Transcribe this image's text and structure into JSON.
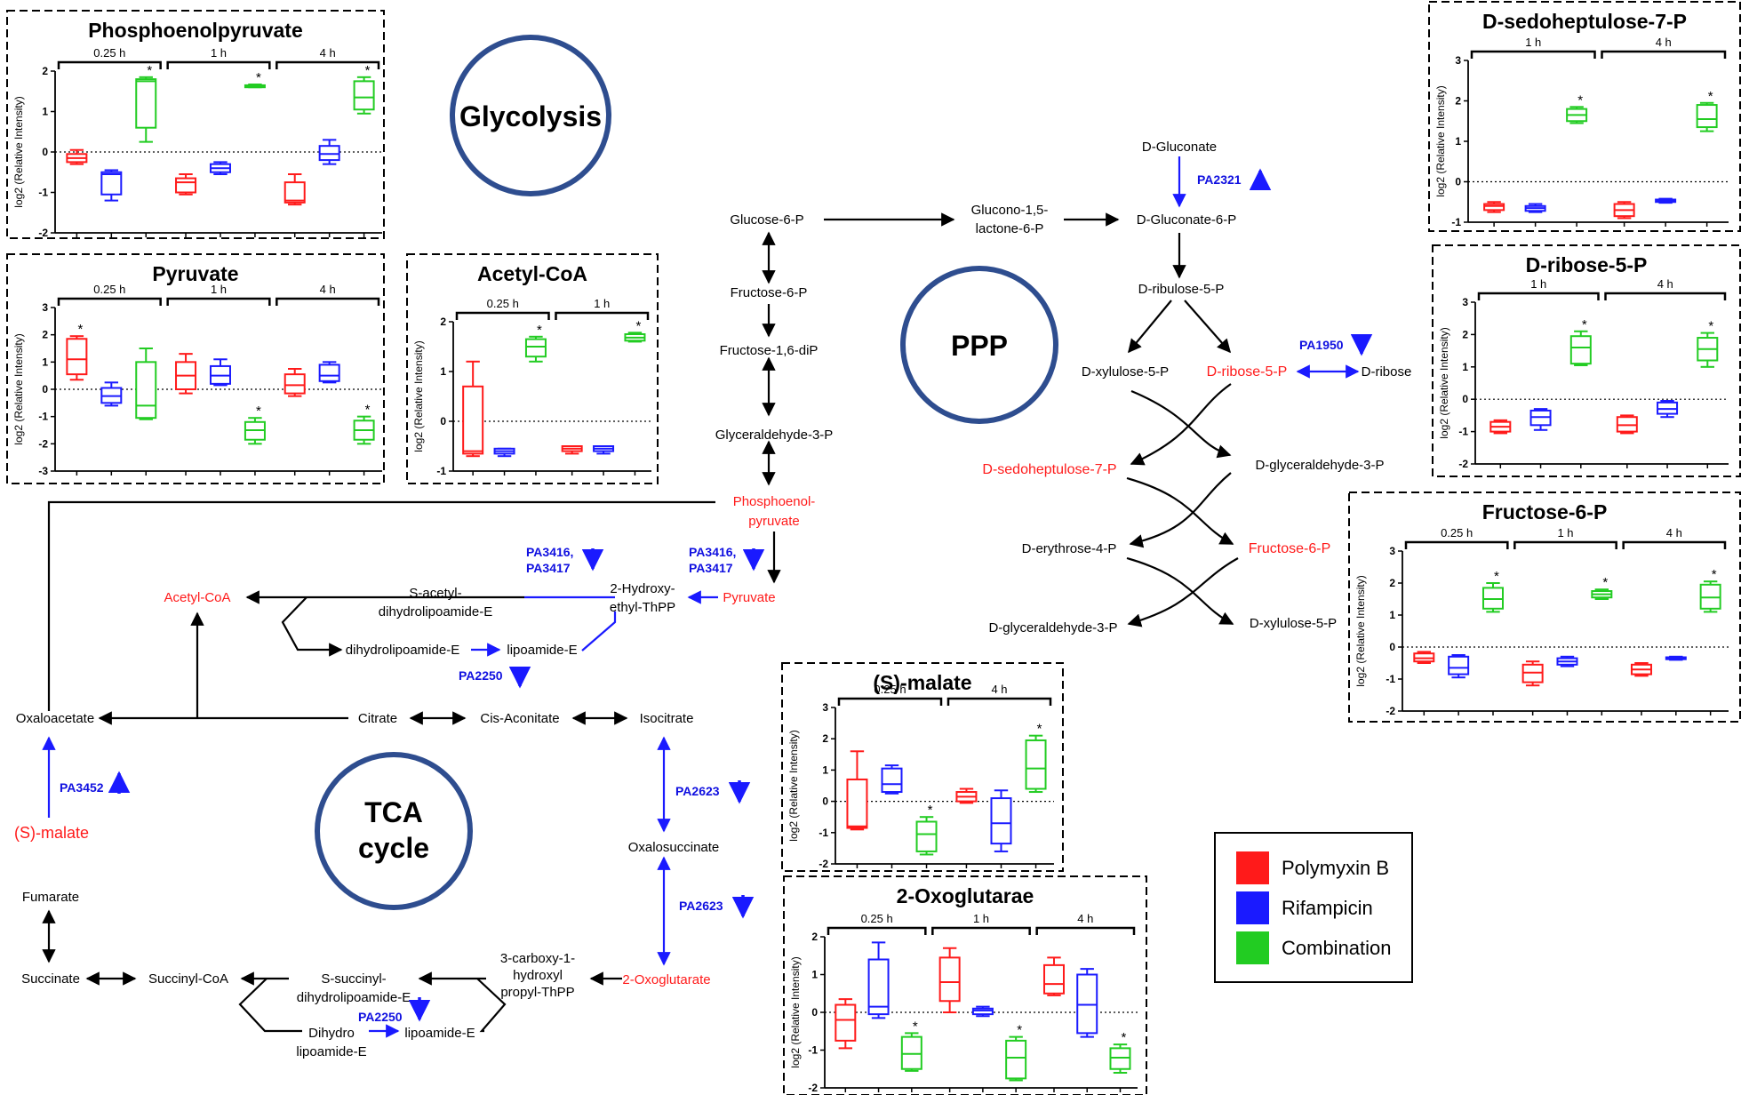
{
  "colors": {
    "polymyxin": "#ff1a1a",
    "rifampicin": "#1a1aff",
    "combination": "#22cc22",
    "enzyme": "#1010e0",
    "highlight": "#ff1a1a",
    "circle": "#2e4d8f"
  },
  "circles": {
    "glycolysis": "Glycolysis",
    "ppp": "PPP",
    "tca_line1": "TCA",
    "tca_line2": "cycle"
  },
  "legend": [
    {
      "label": "Polymyxin B",
      "color": "#ff1a1a"
    },
    {
      "label": "Rifampicin",
      "color": "#1a1aff"
    },
    {
      "label": "Combination",
      "color": "#22cc22"
    }
  ],
  "metabolites": {
    "glucose6p": "Glucose-6-P",
    "fructose6p": "Fructose-6-P",
    "fructose16dip": "Fructose-1,6-diP",
    "glyceraldehyde3p": "Glyceraldehyde-3-P",
    "pep_line1": "Phosphoenol-",
    "pep_line2": "pyruvate",
    "pyruvate": "Pyruvate",
    "hydroxyethyl_line1": "2-Hydroxy-",
    "hydroxyethyl_line2": "ethyl-ThPP",
    "sacetyl_line1": "S-acetyl-",
    "sacetyl_line2": "dihydrolipoamide-E",
    "dihydrolipoamide": "dihydrolipoamide-E",
    "lipoamide": "lipoamide-E",
    "acetylcoa": "Acetyl-CoA",
    "oxaloacetate": "Oxaloacetate",
    "citrate": "Citrate",
    "cisaconitate": "Cis-Aconitate",
    "isocitrate": "Isocitrate",
    "oxalosuccinate": "Oxalosuccinate",
    "oxoglutarate": "2-Oxoglutarate",
    "carboxy_line1": "3-carboxy-1-",
    "carboxy_line2": "hydroxyl",
    "carboxy_line3": "propyl-ThPP",
    "ssuccinyl_line1": "S-succinyl-",
    "ssuccinyl_line2": "dihydrolipoamide-E",
    "dihydro_line1": "Dihydro",
    "dihydro_line2": "lipoamide-E",
    "lipoamide2": "lipoamide-E",
    "succinylcoa": "Succinyl-CoA",
    "succinate": "Succinate",
    "fumarate": "Fumarate",
    "smalate": "(S)-malate",
    "gluconolactone_line1": "Glucono-1,5-",
    "gluconolactone_line2": "lactone-6-P",
    "gluconate6p": "D-Gluconate-6-P",
    "gluconate": "D-Gluconate",
    "ribulose5p": "D-ribulose-5-P",
    "xylulose5p": "D-xylulose-5-P",
    "ribose5p": "D-ribose-5-P",
    "ribose": "D-ribose",
    "sedoheptulose7p": "D-sedoheptulose-7-P",
    "dglyceraldehyde3p": "D-glyceraldehyde-3-P",
    "erythrose4p": "D-erythrose-4-P",
    "fructose6p_ppp": "Fructose-6-P",
    "dglyceraldehyde3p_b": "D-glyceraldehyde-3-P",
    "xylulose5p_b": "D-xylulose-5-P"
  },
  "enzymes": {
    "pa2321": "PA2321",
    "pa1950": "PA1950",
    "pa3416a_line1": "PA3416,",
    "pa3416a_line2": "PA3417",
    "pa3416b_line1": "PA3416,",
    "pa3416b_line2": "PA3417",
    "pa2250a": "PA2250",
    "pa2250b": "PA2250",
    "pa3452": "PA3452",
    "pa2623a": "PA2623",
    "pa2623b": "PA2623"
  },
  "chart_data": [
    {
      "type": "box",
      "title": "Phosphoenolpyruvate",
      "ylabel": "log2 (Relative Intensity)",
      "ylim": [
        -2,
        2
      ],
      "yticks": [
        "2",
        "1",
        "0",
        "-1",
        "-2"
      ],
      "groups": [
        "0.25 h",
        "1 h",
        "4 h"
      ],
      "series": [
        {
          "group": "0.25 h",
          "treatment": "Polymyxin B",
          "min": -0.3,
          "q1": -0.25,
          "median": -0.15,
          "q3": -0.05,
          "max": 0.05,
          "star": false
        },
        {
          "group": "0.25 h",
          "treatment": "Rifampicin",
          "min": -1.2,
          "q1": -1.05,
          "median": -0.55,
          "q3": -0.5,
          "max": -0.45,
          "star": false
        },
        {
          "group": "0.25 h",
          "treatment": "Combination",
          "min": 0.25,
          "q1": 0.6,
          "median": 1.75,
          "q3": 1.8,
          "max": 1.85,
          "star": true
        },
        {
          "group": "1 h",
          "treatment": "Polymyxin B",
          "min": -1.05,
          "q1": -1.0,
          "median": -0.75,
          "q3": -0.65,
          "max": -0.55,
          "star": false
        },
        {
          "group": "1 h",
          "treatment": "Rifampicin",
          "min": -0.55,
          "q1": -0.5,
          "median": -0.4,
          "q3": -0.3,
          "max": -0.25,
          "star": false
        },
        {
          "group": "1 h",
          "treatment": "Combination",
          "min": 1.6,
          "q1": 1.6,
          "median": 1.63,
          "q3": 1.65,
          "max": 1.67,
          "star": true
        },
        {
          "group": "4 h",
          "treatment": "Polymyxin B",
          "min": -1.3,
          "q1": -1.25,
          "median": -1.2,
          "q3": -0.75,
          "max": -0.55,
          "star": false
        },
        {
          "group": "4 h",
          "treatment": "Rifampicin",
          "min": -0.3,
          "q1": -0.2,
          "median": -0.05,
          "q3": 0.15,
          "max": 0.3,
          "star": false
        },
        {
          "group": "4 h",
          "treatment": "Combination",
          "min": 0.95,
          "q1": 1.05,
          "median": 1.35,
          "q3": 1.75,
          "max": 1.85,
          "star": true
        }
      ]
    },
    {
      "type": "box",
      "title": "Pyruvate",
      "ylabel": "log2 (Relative Intensity)",
      "ylim": [
        -3,
        3
      ],
      "yticks": [
        "3",
        "2",
        "1",
        "0",
        "-1",
        "-2",
        "-3"
      ],
      "groups": [
        "0.25 h",
        "1 h",
        "4 h"
      ],
      "series": [
        {
          "group": "0.25 h",
          "treatment": "Polymyxin B",
          "min": 0.35,
          "q1": 0.55,
          "median": 1.1,
          "q3": 1.85,
          "max": 1.95,
          "star": true
        },
        {
          "group": "0.25 h",
          "treatment": "Rifampicin",
          "min": -0.6,
          "q1": -0.5,
          "median": -0.25,
          "q3": 0.05,
          "max": 0.25,
          "star": false
        },
        {
          "group": "0.25 h",
          "treatment": "Combination",
          "min": -1.1,
          "q1": -1.05,
          "median": -0.6,
          "q3": 1.0,
          "max": 1.5,
          "star": false
        },
        {
          "group": "1 h",
          "treatment": "Polymyxin B",
          "min": -0.15,
          "q1": 0.0,
          "median": 0.5,
          "q3": 1.0,
          "max": 1.3,
          "star": false
        },
        {
          "group": "1 h",
          "treatment": "Rifampicin",
          "min": 0.15,
          "q1": 0.2,
          "median": 0.5,
          "q3": 0.85,
          "max": 1.1,
          "star": false
        },
        {
          "group": "1 h",
          "treatment": "Combination",
          "min": -2.0,
          "q1": -1.85,
          "median": -1.5,
          "q3": -1.2,
          "max": -1.05,
          "star": true
        },
        {
          "group": "4 h",
          "treatment": "Polymyxin B",
          "min": -0.25,
          "q1": -0.15,
          "median": 0.15,
          "q3": 0.55,
          "max": 0.75,
          "star": false
        },
        {
          "group": "4 h",
          "treatment": "Rifampicin",
          "min": 0.25,
          "q1": 0.3,
          "median": 0.5,
          "q3": 0.9,
          "max": 1.0,
          "star": false
        },
        {
          "group": "4 h",
          "treatment": "Combination",
          "min": -2.0,
          "q1": -1.85,
          "median": -1.5,
          "q3": -1.15,
          "max": -1.0,
          "star": true
        }
      ]
    },
    {
      "type": "box",
      "title": "Acetyl-CoA",
      "ylabel": "log2 (Relative Intensity)",
      "ylim": [
        -1,
        2
      ],
      "yticks": [
        "2",
        "1",
        "0",
        "-1"
      ],
      "groups": [
        "0.25 h",
        "1 h"
      ],
      "series": [
        {
          "group": "0.25 h",
          "treatment": "Polymyxin B",
          "min": -0.7,
          "q1": -0.65,
          "median": -0.6,
          "q3": 0.7,
          "max": 1.2,
          "star": false
        },
        {
          "group": "0.25 h",
          "treatment": "Rifampicin",
          "min": -0.7,
          "q1": -0.65,
          "median": -0.6,
          "q3": -0.55,
          "max": -0.55,
          "star": false
        },
        {
          "group": "0.25 h",
          "treatment": "Combination",
          "min": 1.2,
          "q1": 1.3,
          "median": 1.5,
          "q3": 1.65,
          "max": 1.7,
          "star": true
        },
        {
          "group": "1 h",
          "treatment": "Polymyxin B",
          "min": -0.65,
          "q1": -0.6,
          "median": -0.55,
          "q3": -0.5,
          "max": -0.5,
          "star": false
        },
        {
          "group": "1 h",
          "treatment": "Rifampicin",
          "min": -0.65,
          "q1": -0.6,
          "median": -0.55,
          "q3": -0.5,
          "max": -0.5,
          "star": false
        },
        {
          "group": "1 h",
          "treatment": "Combination",
          "min": 1.6,
          "q1": 1.62,
          "median": 1.68,
          "q3": 1.75,
          "max": 1.78,
          "star": true
        }
      ]
    },
    {
      "type": "box",
      "title": "D-sedoheptulose-7-P",
      "ylabel": "log2 (Relative Intensity)",
      "ylim": [
        -1,
        3
      ],
      "yticks": [
        "3",
        "2",
        "1",
        "0",
        "-1"
      ],
      "groups": [
        "1 h",
        "4 h"
      ],
      "series": [
        {
          "group": "1 h",
          "treatment": "Polymyxin B",
          "min": -0.75,
          "q1": -0.7,
          "median": -0.6,
          "q3": -0.55,
          "max": -0.5,
          "star": false
        },
        {
          "group": "1 h",
          "treatment": "Rifampicin",
          "min": -0.75,
          "q1": -0.72,
          "median": -0.65,
          "q3": -0.6,
          "max": -0.55,
          "star": false
        },
        {
          "group": "1 h",
          "treatment": "Combination",
          "min": 1.45,
          "q1": 1.5,
          "median": 1.65,
          "q3": 1.8,
          "max": 1.85,
          "star": true
        },
        {
          "group": "4 h",
          "treatment": "Polymyxin B",
          "min": -0.9,
          "q1": -0.85,
          "median": -0.7,
          "q3": -0.55,
          "max": -0.5,
          "star": false
        },
        {
          "group": "4 h",
          "treatment": "Rifampicin",
          "min": -0.52,
          "q1": -0.5,
          "median": -0.47,
          "q3": -0.44,
          "max": -0.42,
          "star": false
        },
        {
          "group": "4 h",
          "treatment": "Combination",
          "min": 1.25,
          "q1": 1.35,
          "median": 1.55,
          "q3": 1.9,
          "max": 1.95,
          "star": true
        }
      ]
    },
    {
      "type": "box",
      "title": "D-ribose-5-P",
      "ylabel": "log2 (Relative Intensity)",
      "ylim": [
        -2,
        3
      ],
      "yticks": [
        "3",
        "2",
        "1",
        "0",
        "-1",
        "-2"
      ],
      "groups": [
        "1 h",
        "4 h"
      ],
      "series": [
        {
          "group": "1 h",
          "treatment": "Polymyxin B",
          "min": -1.05,
          "q1": -1.0,
          "median": -0.85,
          "q3": -0.7,
          "max": -0.65,
          "star": false
        },
        {
          "group": "1 h",
          "treatment": "Rifampicin",
          "min": -0.95,
          "q1": -0.8,
          "median": -0.55,
          "q3": -0.35,
          "max": -0.3,
          "star": false
        },
        {
          "group": "1 h",
          "treatment": "Combination",
          "min": 1.05,
          "q1": 1.1,
          "median": 1.6,
          "q3": 1.95,
          "max": 2.1,
          "star": true
        },
        {
          "group": "4 h",
          "treatment": "Polymyxin B",
          "min": -1.05,
          "q1": -1.0,
          "median": -0.8,
          "q3": -0.55,
          "max": -0.5,
          "star": false
        },
        {
          "group": "4 h",
          "treatment": "Rifampicin",
          "min": -0.55,
          "q1": -0.45,
          "median": -0.3,
          "q3": -0.1,
          "max": -0.05,
          "star": false
        },
        {
          "group": "4 h",
          "treatment": "Combination",
          "min": 1.0,
          "q1": 1.2,
          "median": 1.55,
          "q3": 1.9,
          "max": 2.05,
          "star": true
        }
      ]
    },
    {
      "type": "box",
      "title": "Fructose-6-P",
      "ylabel": "log2 (Relative Intensity)",
      "ylim": [
        -2,
        3
      ],
      "yticks": [
        "3",
        "2",
        "1",
        "0",
        "-1",
        "-2"
      ],
      "groups": [
        "0.25 h",
        "1 h",
        "4 h"
      ],
      "series": [
        {
          "group": "0.25 h",
          "treatment": "Polymyxin B",
          "min": -0.5,
          "q1": -0.45,
          "median": -0.35,
          "q3": -0.2,
          "max": -0.15,
          "star": false
        },
        {
          "group": "0.25 h",
          "treatment": "Rifampicin",
          "min": -0.95,
          "q1": -0.85,
          "median": -0.65,
          "q3": -0.3,
          "max": -0.25,
          "star": false
        },
        {
          "group": "0.25 h",
          "treatment": "Combination",
          "min": 1.1,
          "q1": 1.2,
          "median": 1.5,
          "q3": 1.85,
          "max": 2.0,
          "star": true
        },
        {
          "group": "1 h",
          "treatment": "Polymyxin B",
          "min": -1.2,
          "q1": -1.1,
          "median": -0.8,
          "q3": -0.55,
          "max": -0.45,
          "star": false
        },
        {
          "group": "1 h",
          "treatment": "Rifampicin",
          "min": -0.6,
          "q1": -0.55,
          "median": -0.45,
          "q3": -0.35,
          "max": -0.3,
          "star": false
        },
        {
          "group": "1 h",
          "treatment": "Combination",
          "min": 1.5,
          "q1": 1.55,
          "median": 1.65,
          "q3": 1.75,
          "max": 1.8,
          "star": true
        },
        {
          "group": "4 h",
          "treatment": "Polymyxin B",
          "min": -0.9,
          "q1": -0.85,
          "median": -0.7,
          "q3": -0.55,
          "max": -0.5,
          "star": false
        },
        {
          "group": "4 h",
          "treatment": "Rifampicin",
          "min": -0.4,
          "q1": -0.38,
          "median": -0.35,
          "q3": -0.32,
          "max": -0.3,
          "star": false
        },
        {
          "group": "4 h",
          "treatment": "Combination",
          "min": 1.1,
          "q1": 1.2,
          "median": 1.55,
          "q3": 1.95,
          "max": 2.05,
          "star": true
        }
      ]
    },
    {
      "type": "box",
      "title": "(S)-malate",
      "ylabel": "log2 (Relative Intensity)",
      "ylim": [
        -2,
        3
      ],
      "yticks": [
        "3",
        "2",
        "1",
        "0",
        "-1",
        "-2"
      ],
      "groups": [
        "0.25 h",
        "4 h"
      ],
      "series": [
        {
          "group": "0.25 h",
          "treatment": "Polymyxin B",
          "min": -0.9,
          "q1": -0.85,
          "median": -0.8,
          "q3": 0.7,
          "max": 1.6,
          "star": false
        },
        {
          "group": "0.25 h",
          "treatment": "Rifampicin",
          "min": 0.25,
          "q1": 0.3,
          "median": 0.55,
          "q3": 1.05,
          "max": 1.15,
          "star": false
        },
        {
          "group": "0.25 h",
          "treatment": "Combination",
          "min": -1.7,
          "q1": -1.6,
          "median": -1.05,
          "q3": -0.65,
          "max": -0.5,
          "star": true
        },
        {
          "group": "4 h",
          "treatment": "Polymyxin B",
          "min": -0.05,
          "q1": 0.0,
          "median": 0.15,
          "q3": 0.3,
          "max": 0.4,
          "star": false
        },
        {
          "group": "4 h",
          "treatment": "Rifampicin",
          "min": -1.6,
          "q1": -1.35,
          "median": -0.7,
          "q3": 0.1,
          "max": 0.35,
          "star": false
        },
        {
          "group": "4 h",
          "treatment": "Combination",
          "min": 0.3,
          "q1": 0.4,
          "median": 1.05,
          "q3": 1.95,
          "max": 2.1,
          "star": true
        }
      ]
    },
    {
      "type": "box",
      "title": "2-Oxoglutarae",
      "ylabel": "log2 (Relative Intensity)",
      "ylim": [
        -2,
        2
      ],
      "yticks": [
        "2",
        "1",
        "0",
        "-1",
        "-2"
      ],
      "groups": [
        "0.25 h",
        "1 h",
        "4 h"
      ],
      "series": [
        {
          "group": "0.25 h",
          "treatment": "Polymyxin B",
          "min": -0.95,
          "q1": -0.75,
          "median": -0.2,
          "q3": 0.2,
          "max": 0.35,
          "star": false
        },
        {
          "group": "0.25 h",
          "treatment": "Rifampicin",
          "min": -0.15,
          "q1": -0.05,
          "median": 0.15,
          "q3": 1.4,
          "max": 1.85,
          "star": false
        },
        {
          "group": "0.25 h",
          "treatment": "Combination",
          "min": -1.55,
          "q1": -1.5,
          "median": -1.1,
          "q3": -0.65,
          "max": -0.55,
          "star": true
        },
        {
          "group": "1 h",
          "treatment": "Polymyxin B",
          "min": 0.0,
          "q1": 0.3,
          "median": 0.8,
          "q3": 1.45,
          "max": 1.7,
          "star": false
        },
        {
          "group": "1 h",
          "treatment": "Rifampicin",
          "min": -0.1,
          "q1": -0.05,
          "median": 0.05,
          "q3": 0.1,
          "max": 0.15,
          "star": false
        },
        {
          "group": "1 h",
          "treatment": "Combination",
          "min": -1.8,
          "q1": -1.75,
          "median": -1.2,
          "q3": -0.75,
          "max": -0.65,
          "star": true
        },
        {
          "group": "4 h",
          "treatment": "Polymyxin B",
          "min": 0.45,
          "q1": 0.5,
          "median": 0.75,
          "q3": 1.25,
          "max": 1.45,
          "star": false
        },
        {
          "group": "4 h",
          "treatment": "Rifampicin",
          "min": -0.65,
          "q1": -0.55,
          "median": 0.2,
          "q3": 1.0,
          "max": 1.15,
          "star": false
        },
        {
          "group": "4 h",
          "treatment": "Combination",
          "min": -1.6,
          "q1": -1.5,
          "median": -1.2,
          "q3": -0.95,
          "max": -0.85,
          "star": true
        }
      ]
    }
  ]
}
